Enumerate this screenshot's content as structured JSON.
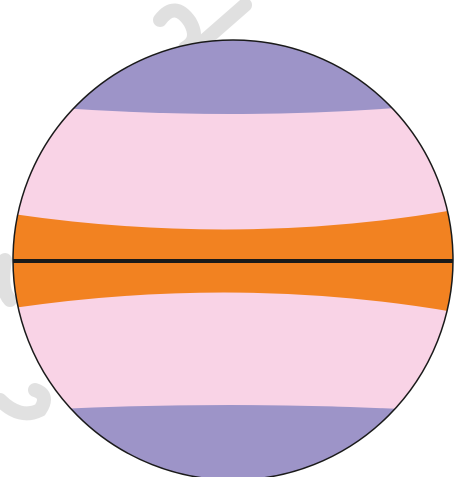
{
  "diagram": {
    "zones": [
      {
        "id": "polar-north",
        "color": "#9d94c8"
      },
      {
        "id": "temperate-north",
        "color": "#f9d3e6"
      },
      {
        "id": "tropical",
        "color": "#f28221"
      },
      {
        "id": "temperate-south",
        "color": "#f9d3e6"
      },
      {
        "id": "polar-south",
        "color": "#9d94c8"
      }
    ],
    "equator_color": "#1a1a1a",
    "outline_color": "#1a1a1a",
    "watermark_color": "#c8c8c8"
  }
}
